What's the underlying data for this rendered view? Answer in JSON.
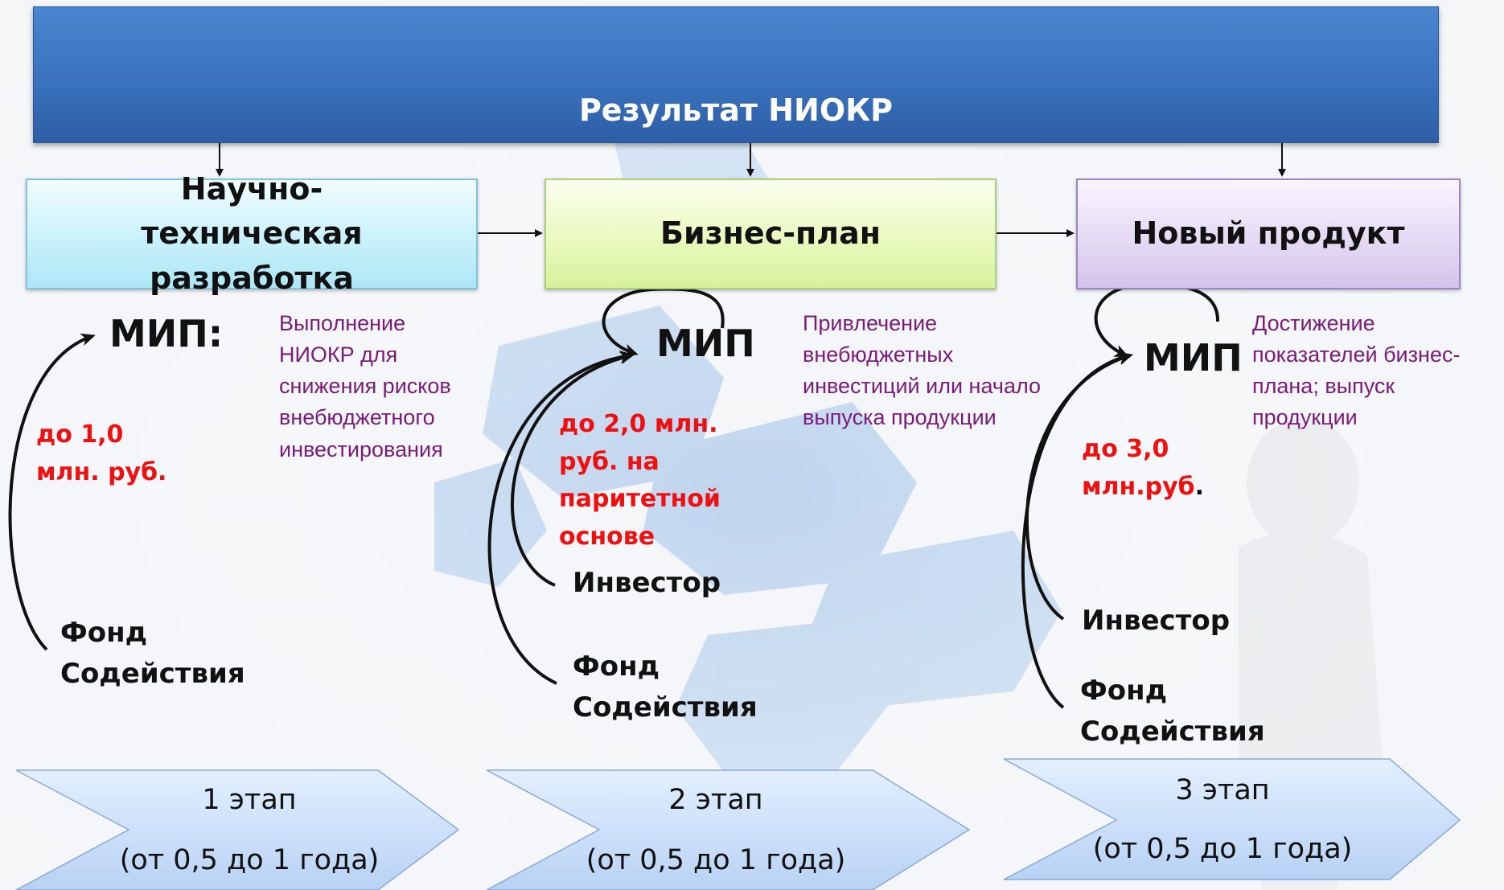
{
  "banner": {
    "title": "Результат НИОКР"
  },
  "stages": [
    {
      "box_label": "Научно-техническая разработка",
      "mip": "МИП:",
      "description": "Выполнение НИОКР для снижения рисков внебюджетного инвестирования",
      "funding": "до 1,0 млн. руб.",
      "sources": [
        "Фонд Содействия"
      ],
      "stage_label": "1 этап",
      "duration": "(от 0,5 до 1 года)"
    },
    {
      "box_label": "Бизнес-план",
      "mip": "МИП",
      "description": "Привлечение внебюджетных инвестиций или начало выпуска продукции",
      "funding": "до 2,0 млн. руб. на паритетной основе",
      "sources": [
        "Инвестор",
        "Фонд Содействия"
      ],
      "stage_label": "2 этап",
      "duration": "(от 0,5 до 1 года)"
    },
    {
      "box_label": "Новый продукт",
      "mip": "МИП",
      "description": "Достижение показателей бизнес-плана; выпуск продукции",
      "funding": "до 3,0 млн.руб",
      "funding_suffix": ".",
      "sources": [
        "Инвестор",
        "Фонд Содействия"
      ],
      "stage_label": "3 этап",
      "duration": "(от 0,5 до 1 года)"
    }
  ],
  "colors": {
    "banner": "#3a72bd",
    "box1": "#c9f1fb",
    "box2": "#e9f9bf",
    "box3": "#e5dbf4",
    "description": "#7a1b7a",
    "funding": "#ee1111",
    "chevron": "#c9dcf7"
  }
}
